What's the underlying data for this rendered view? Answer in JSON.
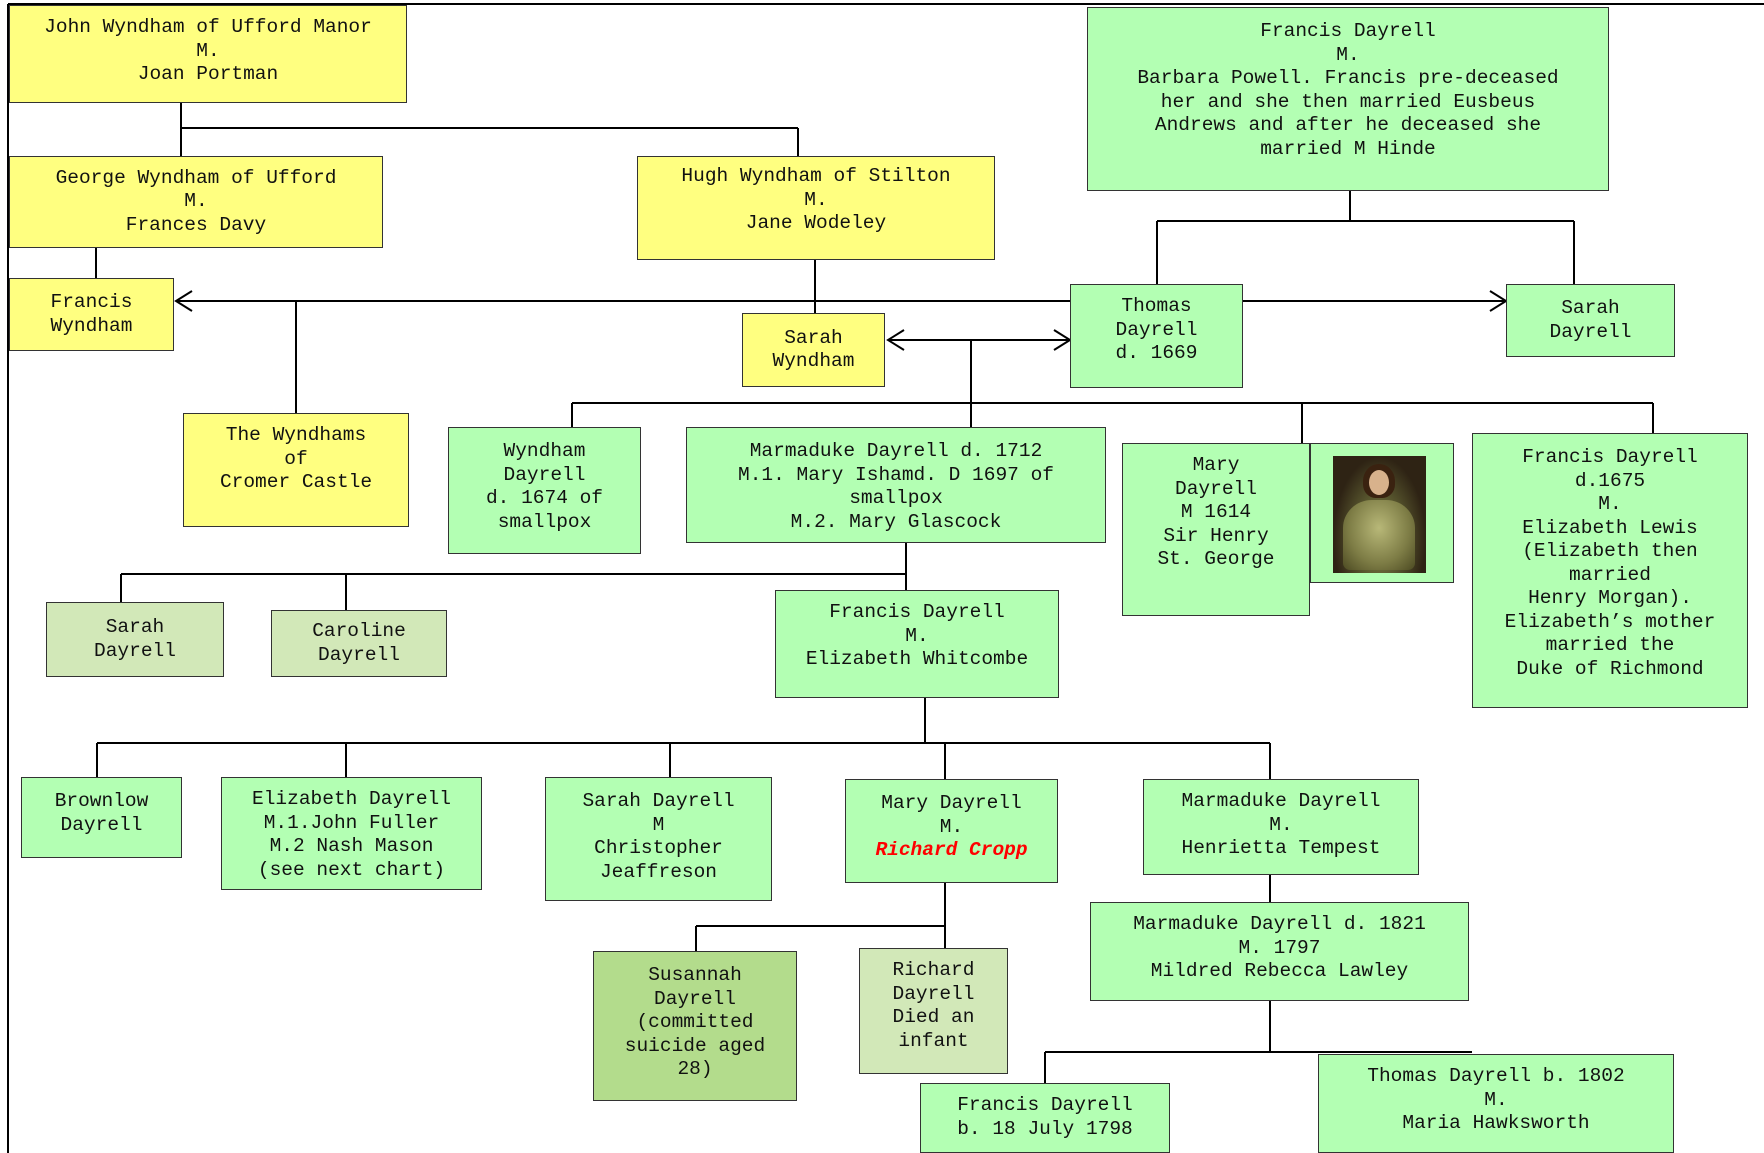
{
  "people": {
    "john_wyndham": [
      "John Wyndham of Ufford Manor",
      "M.",
      "Joan Portman"
    ],
    "george_wyndham": [
      "George Wyndham of Ufford",
      "M.",
      "Frances Davy"
    ],
    "hugh_wyndham": [
      "Hugh Wyndham of Stilton",
      "M.",
      "Jane Wodeley"
    ],
    "francis_wyndham": [
      "Francis",
      "Wyndham"
    ],
    "sarah_wyndham": [
      "Sarah",
      "Wyndham"
    ],
    "wyndhams_cromer": [
      "The Wyndhams",
      "of",
      "Cromer Castle"
    ],
    "francis_dayrell_sr": [
      "Francis Dayrell",
      "M.",
      "Barbara Powell. Francis pre-deceased",
      "her and she then married Eusbeus",
      "Andrews and after he deceased she",
      "married M Hinde"
    ],
    "thomas_dayrell": [
      "Thomas",
      "Dayrell",
      "d. 1669"
    ],
    "sarah_dayrell_1": [
      "Sarah",
      "Dayrell"
    ],
    "wyndham_dayrell": [
      "Wyndham",
      "Dayrell",
      "d. 1674 of",
      "smallpox"
    ],
    "marmaduke_1712": [
      "Marmaduke Dayrell d. 1712",
      "M.1. Mary Ishamd. D 1697 of",
      "smallpox",
      "M.2. Mary Glascock"
    ],
    "mary_dayrell_1614": [
      "Mary",
      "Dayrell",
      "M 1614",
      "Sir Henry",
      "St. George"
    ],
    "francis_dayrell_1675": [
      "Francis Dayrell",
      "d.1675",
      "M.",
      "Elizabeth Lewis",
      "(Elizabeth then",
      "married",
      "Henry Morgan).",
      "Elizabeth’s mother",
      "married the",
      "Duke of Richmond"
    ],
    "sarah_dayrell_2": [
      "Sarah",
      "Dayrell"
    ],
    "caroline_dayrell": [
      "Caroline",
      "Dayrell"
    ],
    "francis_whitcombe": [
      "Francis Dayrell",
      "M.",
      "Elizabeth Whitcombe"
    ],
    "brownlow": [
      "Brownlow",
      "Dayrell"
    ],
    "elizabeth_dayrell": [
      "Elizabeth Dayrell",
      "M.1.John Fuller",
      "M.2 Nash Mason",
      "(see next chart)"
    ],
    "sarah_jeaffreson": [
      "Sarah Dayrell",
      "M",
      "Christopher",
      "Jeaffreson"
    ],
    "mary_dayrell_cropp": [
      "Mary Dayrell",
      "M."
    ],
    "richard_cropp": "Richard Cropp",
    "marmaduke_tempest": [
      "Marmaduke Dayrell",
      "M.",
      "Henrietta Tempest"
    ],
    "marmaduke_1821": [
      "Marmaduke Dayrell d. 1821",
      "M. 1797",
      "Mildred Rebecca Lawley"
    ],
    "susannah": [
      "Susannah",
      "Dayrell",
      "(committed",
      "suicide aged",
      "28)"
    ],
    "richard_infant": [
      "Richard",
      "Dayrell",
      "Died an",
      "infant"
    ],
    "francis_1798": [
      "Francis Dayrell",
      "b. 18 July 1798"
    ],
    "thomas_1802": [
      "Thomas Dayrell b. 1802",
      "M.",
      "Maria Hawksworth"
    ]
  },
  "colors": {
    "wyndham_box": "#ffff80",
    "dayrell_box": "#b3ffb3",
    "light_green_box": "#d2e8b8",
    "mid_green_box": "#b3dc8c",
    "highlight_text": "#ff0000"
  },
  "icons": {
    "portrait": "portrait-image"
  }
}
